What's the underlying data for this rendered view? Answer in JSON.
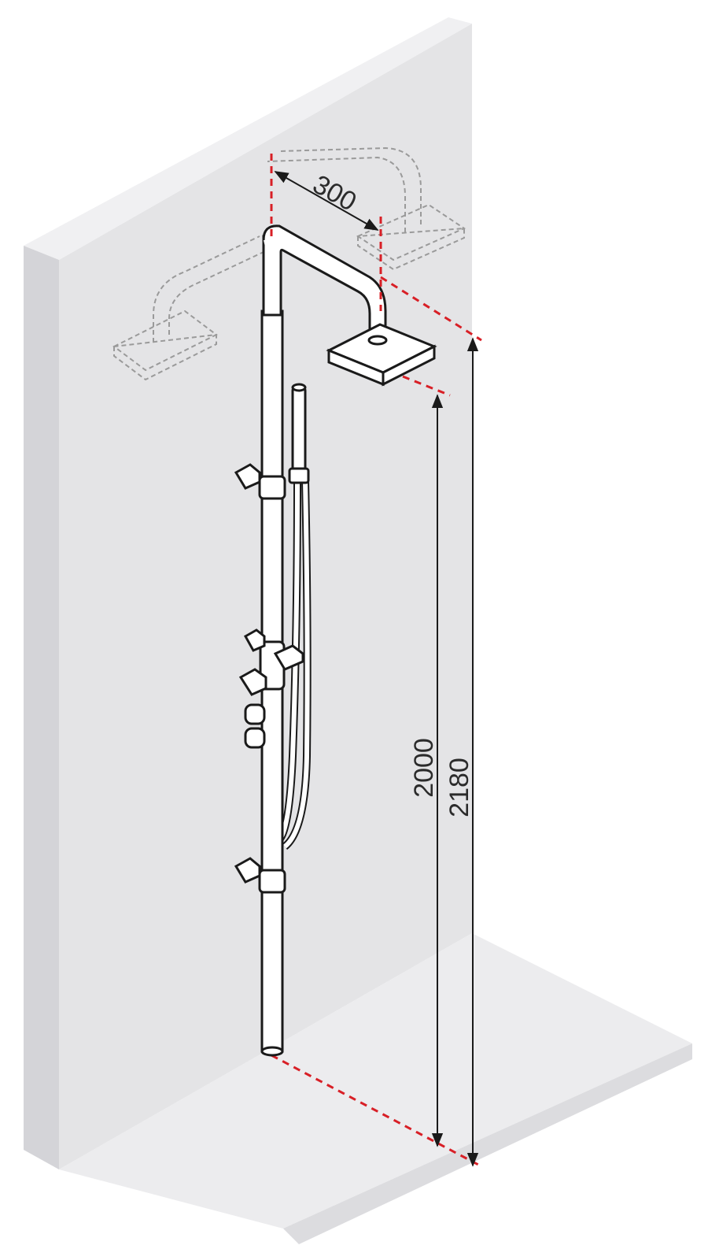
{
  "dimensions": {
    "arm_projection": "300",
    "head_height": "2000",
    "total_height": "2180"
  },
  "colors": {
    "wall": "#e4e4e6",
    "wall_shadow": "#d7d7da",
    "floor": "#ececee",
    "outline": "#1a1a1a",
    "pipe_fill": "#ffffff",
    "reference_line": "#d81f26",
    "ghost_outline": "#9a9a9a"
  }
}
